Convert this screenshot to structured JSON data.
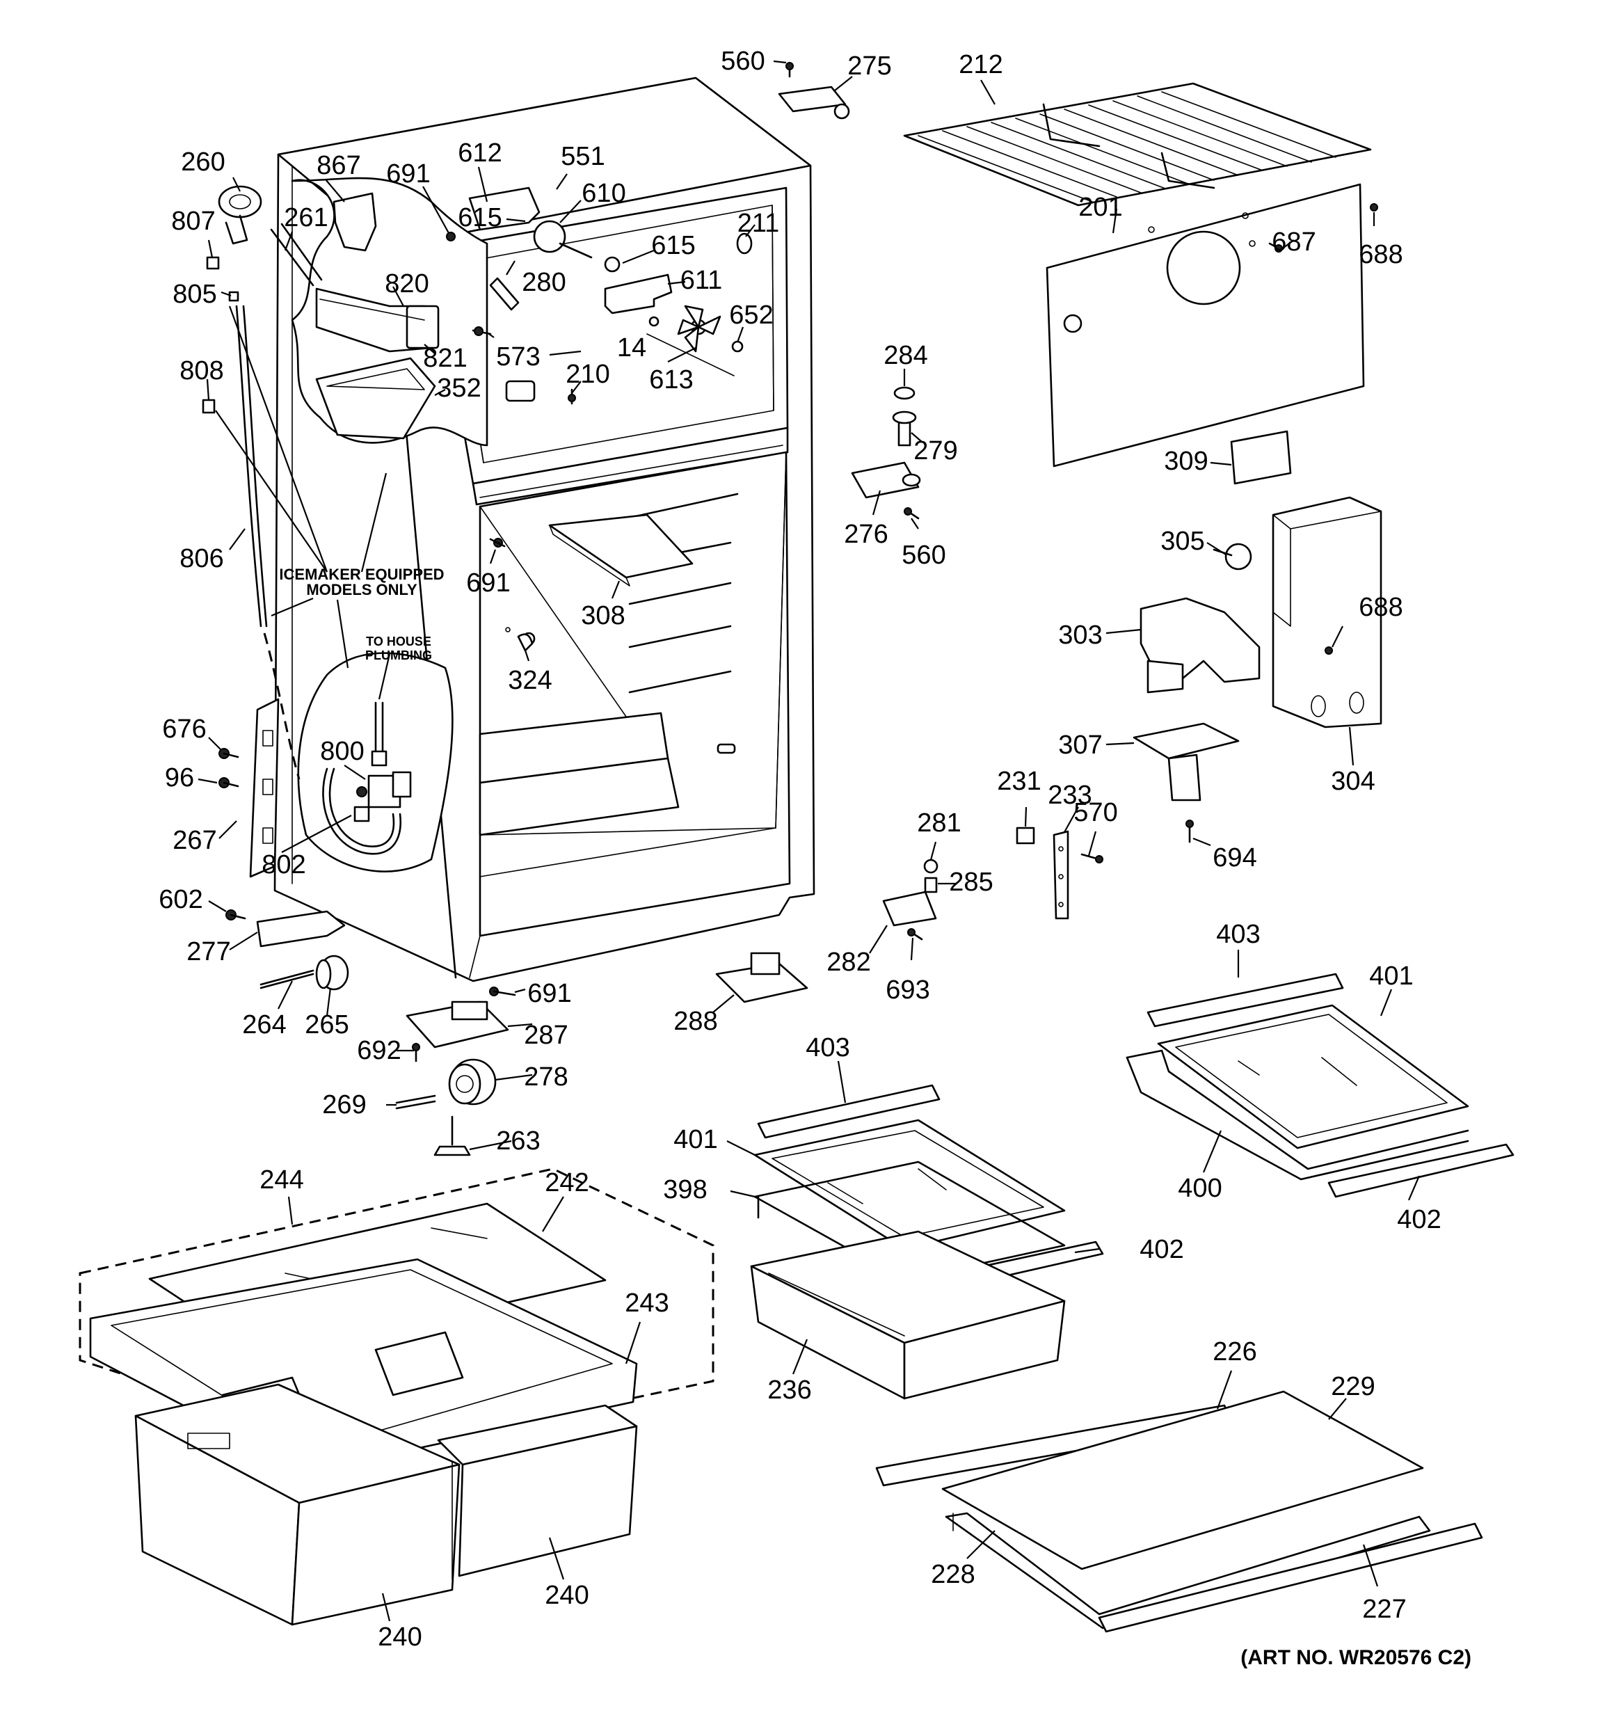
{
  "diagram": {
    "art_number": "(ART NO. WR20576 C2)",
    "notes": {
      "icemaker_line1": "ICEMAKER EQUIPPED",
      "icemaker_line2": "MODELS ONLY",
      "house_line1": "TO HOUSE",
      "house_line2": "PLUMBING"
    },
    "callouts": [
      "560",
      "275",
      "212",
      "260",
      "867",
      "691",
      "612",
      "551",
      "610",
      "807",
      "261",
      "615",
      "615",
      "211",
      "805",
      "820",
      "280",
      "611",
      "652",
      "821",
      "573",
      "14",
      "613",
      "808",
      "352",
      "210",
      "284",
      "279",
      "201",
      "687",
      "688",
      "309",
      "276",
      "560",
      "806",
      "691",
      "308",
      "305",
      "688",
      "303",
      "324",
      "304",
      "307",
      "676",
      "800",
      "96",
      "231",
      "233",
      "570",
      "281",
      "694",
      "267",
      "802",
      "285",
      "602",
      "403",
      "282",
      "693",
      "277",
      "691",
      "288",
      "401",
      "264",
      "265",
      "287",
      "403",
      "692",
      "278",
      "269",
      "263",
      "400",
      "401",
      "402",
      "398",
      "402",
      "244",
      "242",
      "243",
      "236",
      "226",
      "229",
      "240",
      "240",
      "228",
      "227"
    ]
  }
}
